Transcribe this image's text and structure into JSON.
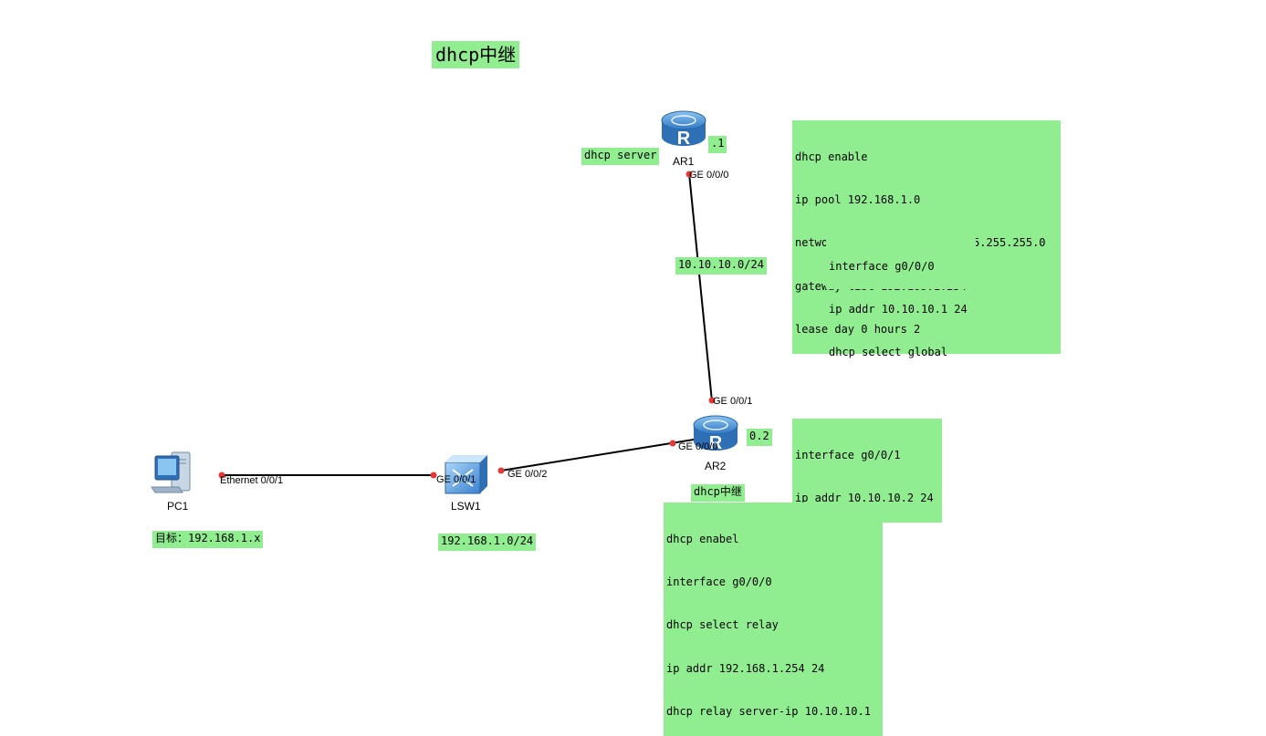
{
  "title": "dhcp中继",
  "devices": {
    "ar1": "AR1",
    "ar2": "AR2",
    "lsw1": "LSW1",
    "pc1": "PC1"
  },
  "ports": {
    "ar1_ge000": "GE 0/0/0",
    "ar2_ge001": "GE 0/0/1",
    "ar2_ge000": "GE 0/0/0",
    "lsw1_ge001": "GE 0/0/1",
    "lsw1_ge002": "GE 0/0/2",
    "pc1_eth": "Ethernet 0/0/1"
  },
  "labels": {
    "server_role": "dhcp server",
    "ar1_ip": ".1",
    "ar2_ip": "0.2",
    "wan_net": "10.10.10.0/24",
    "lan_net": "192.168.1.0/24",
    "goal": "目标：192.168.1.x",
    "relay_title": "dhcp中继"
  },
  "configs": {
    "ar1_pool": [
      "dhcp enable",
      "ip pool 192.168.1.0",
      "network 192.168.1.0 mask 255.255.255.0",
      "gateway-list 192.168.1.254",
      "lease day 0 hours 2"
    ],
    "ar1_intf": [
      "interface g0/0/0",
      "ip addr 10.10.10.1 24",
      "dhcp select global"
    ],
    "ar2_intf": [
      "interface g0/0/1",
      "ip addr 10.10.10.2 24"
    ],
    "ar2_relay": [
      "dhcp enabel",
      "interface g0/0/0",
      "dhcp select relay",
      "ip addr 192.168.1.254 24",
      "dhcp relay server-ip 10.10.10.1"
    ]
  },
  "colors": {
    "note_bg": "#90ee90",
    "router_blue": "#4a90d9",
    "port_dot": "#e53935"
  }
}
